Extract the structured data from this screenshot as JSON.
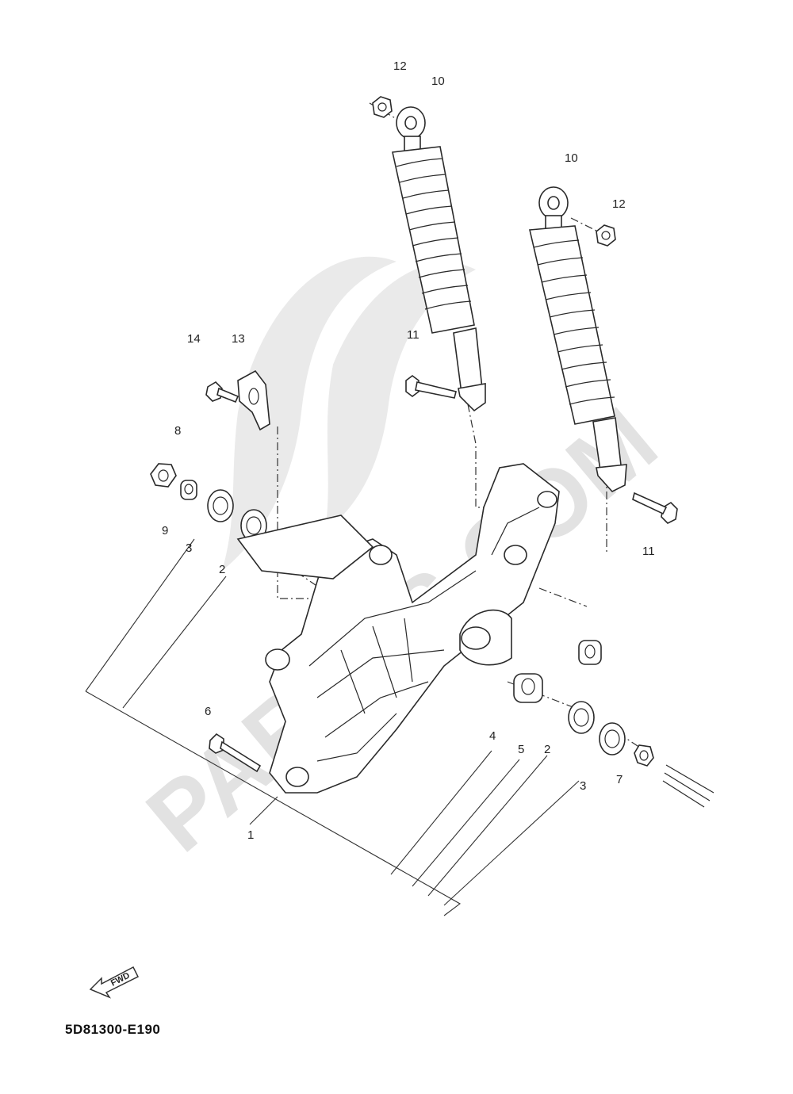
{
  "diagram": {
    "code": "5D81300-E190",
    "fwd_label": "FWD",
    "watermark": "PARTSS.COM",
    "callouts": [
      "12",
      "10",
      "10",
      "12",
      "11",
      "14",
      "13",
      "8",
      "9",
      "3",
      "2",
      "11",
      "6",
      "4",
      "5",
      "2",
      "3",
      "7",
      "1"
    ]
  }
}
